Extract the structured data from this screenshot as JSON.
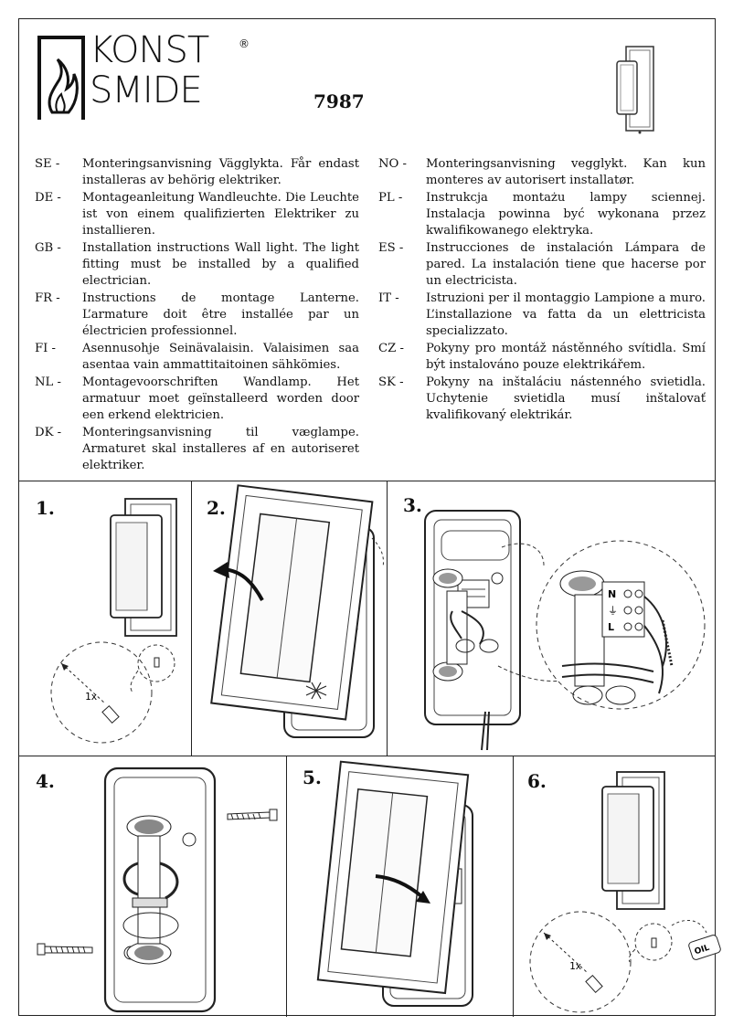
{
  "header": {
    "brand_line1": "KONST",
    "brand_line2": "SMIDE",
    "registered": "®",
    "model_number": "7987"
  },
  "instructions_left": [
    {
      "code": "SE -",
      "text": "Monteringsanvisning Vägglykta. Får endast installeras av behörig elektriker."
    },
    {
      "code": "DE -",
      "text": "Montageanleitung Wandleuchte. Die Leuchte ist von einem qualifizierten Elektriker zu installieren."
    },
    {
      "code": "GB -",
      "text": "Installation instructions Wall light. The light fitting must be installed by a qualified electrician."
    },
    {
      "code": "FR -",
      "text": "Instructions de montage Lanterne. L’armature doit être installée par un électricien professionnel."
    },
    {
      "code": "FI -",
      "text": "Asennusohje Seinävalaisin. Valaisimen saa asentaa vain ammattitaitoinen sähkömies."
    },
    {
      "code": "NL -",
      "text": "Montagevoorschriften Wandlamp. Het armatuur moet geïnstalleerd worden door een erkend elektricien."
    },
    {
      "code": "DK -",
      "text": "Monteringsanvisning til væglampe. Armaturet skal installeres af en autoriseret elektriker."
    }
  ],
  "instructions_right": [
    {
      "code": "NO -",
      "text": "Monteringsanvisning vegglykt. Kan kun monteres av autorisert installatør."
    },
    {
      "code": "PL -",
      "text": "Instrukcja montażu lampy sciennej. Instalacja powinna być wykonana przez kwalifikowanego elektryka."
    },
    {
      "code": "ES -",
      "text": "Instrucciones de instalación Lámpara de pared. La instalación tiene que hacerse por un electricista."
    },
    {
      "code": "IT -",
      "text": "Istruzioni per il montaggio Lampione a muro. L’installazione va fatta da un elettricista specializzato."
    },
    {
      "code": "CZ -",
      "text": "Pokyny pro montáž nástěnného svítidla. Smí být instalováno pouze elektrikářem."
    },
    {
      "code": "SK -",
      "text": "Pokyny na inštaláciu nástenného svietidla. Uchytenie svietidla musí inštalovať kvalifikovaný elektrikár."
    }
  ],
  "steps": [
    {
      "number": "1.",
      "callout": "1x"
    },
    {
      "number": "2."
    },
    {
      "number": "3.",
      "terminal_labels": [
        "N",
        "⏚",
        "L"
      ]
    },
    {
      "number": "4."
    },
    {
      "number": "5."
    },
    {
      "number": "6.",
      "callout": "1x",
      "oil_label": "OIL"
    }
  ]
}
